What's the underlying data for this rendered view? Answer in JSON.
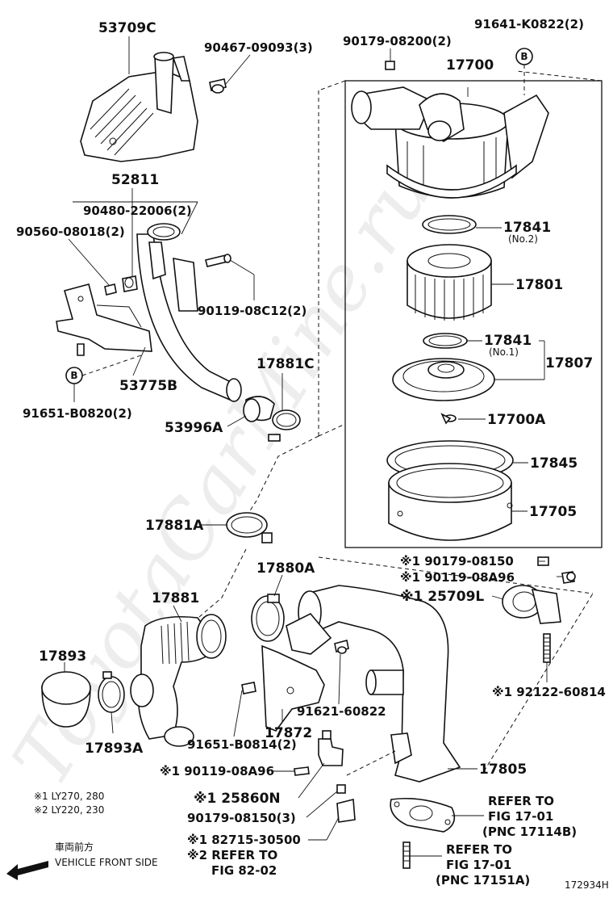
{
  "watermark": "ToyotaCarMine.ru",
  "diagram_id": "172934H",
  "legend_notes": [
    "※1 LY270, 280",
    "※2 LY220, 230"
  ],
  "direction": {
    "jp": "車両前方",
    "en": "VEHICLE FRONT SIDE"
  },
  "labels": {
    "p53709C": "53709C",
    "p90467": "90467-09093(3)",
    "p90179a": "90179-08200(2)",
    "p91641": "91641-K0822(2)",
    "p17700": "17700",
    "p52811": "52811",
    "p90480": "90480-22006(2)",
    "p90560": "90560-08018(2)",
    "p90119a": "90119-08C12(2)",
    "p53775B": "53775B",
    "p91651a": "91651-B0820(2)",
    "p17881C": "17881C",
    "p53996A": "53996A",
    "p17841a": "17841",
    "p17841a_sub": "(No.2)",
    "p17801": "17801",
    "p17841b": "17841",
    "p17841b_sub": "(No.1)",
    "p17807": "17807",
    "p17700A": "17700A",
    "p17845": "17845",
    "p17705": "17705",
    "p17881A": "17881A",
    "p17880A": "17880A",
    "p17881": "17881",
    "p90179b": "※1 90179-08150",
    "p90119b": "※1 90119-08A96",
    "p25709L": "※1 25709L",
    "p17893": "17893",
    "p17893A": "17893A",
    "p92122": "※1 92122-60814",
    "p91621": "91621-60822",
    "p91651b": "91651-B0814(2)",
    "p17872": "17872",
    "p90119c": "※1 90119-08A96",
    "p17805": "17805",
    "p25860N": "※1 25860N",
    "p90179c": "90179-08150(3)",
    "p82715": "※1 82715-30500",
    "p_refer82": "※2 REFER TO",
    "p_fig82": "FIG 82-02",
    "ref1": [
      "REFER TO",
      "FIG 17-01",
      "(PNC 17114B)"
    ],
    "ref2": [
      "REFER TO",
      "FIG 17-01",
      "(PNC 17151A)"
    ],
    "markB1": "B",
    "markB2": "B"
  }
}
